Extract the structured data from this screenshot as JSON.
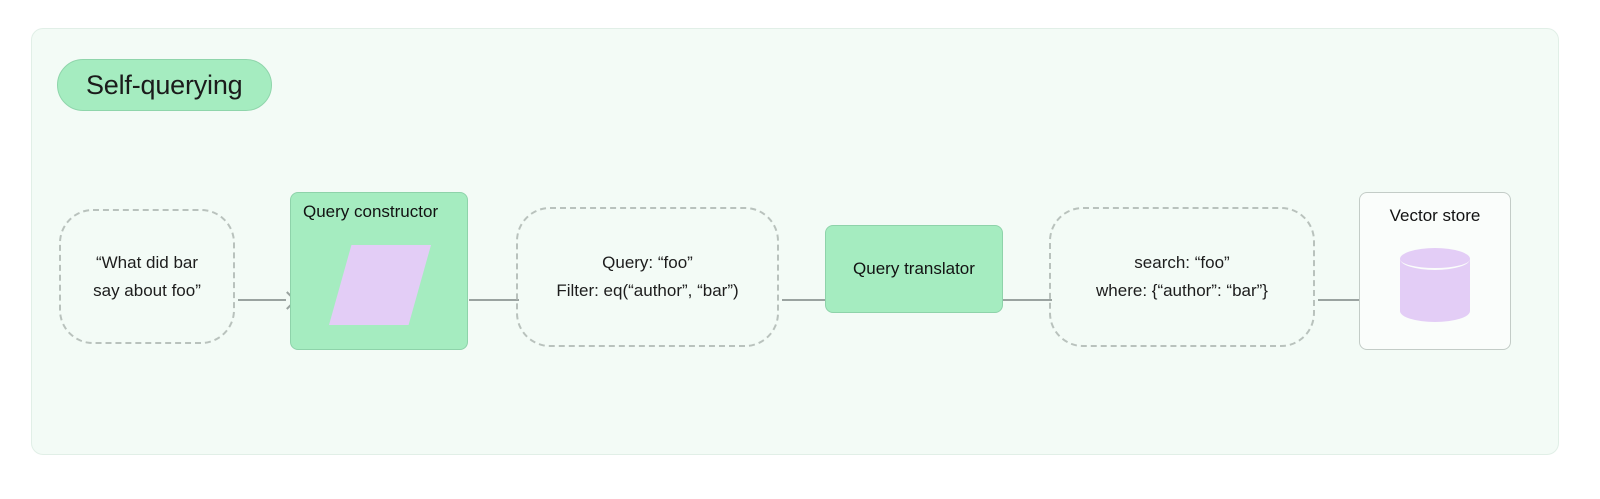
{
  "diagram": {
    "title": "Self-querying",
    "nodes": [
      {
        "id": "user-query",
        "kind": "dashed",
        "lines": [
          "“What did bar",
          "say about foo”"
        ]
      },
      {
        "id": "query-constructor",
        "kind": "green",
        "label": "Query constructor",
        "icon": "parallelogram-icon"
      },
      {
        "id": "structured-query",
        "kind": "dashed",
        "lines": [
          "Query: “foo”",
          "Filter: eq(“author”, “bar”)"
        ]
      },
      {
        "id": "query-translator",
        "kind": "green",
        "label": "Query translator"
      },
      {
        "id": "translated-query",
        "kind": "dashed",
        "lines": [
          "search: “foo”",
          "where: {“author”: “bar”}"
        ]
      },
      {
        "id": "vector-store",
        "kind": "store",
        "label": "Vector store",
        "icon": "database-cylinder-icon"
      }
    ],
    "connectors": [
      {
        "from": "user-query",
        "to": "query-constructor",
        "arrow": true
      },
      {
        "from": "query-constructor",
        "to": "structured-query",
        "arrow": false
      },
      {
        "from": "structured-query",
        "to": "query-translator",
        "arrow": true
      },
      {
        "from": "query-translator",
        "to": "translated-query",
        "arrow": false
      },
      {
        "from": "translated-query",
        "to": "vector-store",
        "arrow": true
      }
    ],
    "colors": {
      "container_bg": "#f3fbf6",
      "container_border": "#e1efe7",
      "process_fill": "#a5ecc0",
      "process_border": "#8ed3aa",
      "glyph_fill": "#e3cdf6",
      "dashed_border": "#b9c2bd",
      "connector": "#9aa3a0",
      "store_fill": "#fafdfb",
      "store_border": "#c3ccc7",
      "text": "#1b1b1b"
    }
  }
}
